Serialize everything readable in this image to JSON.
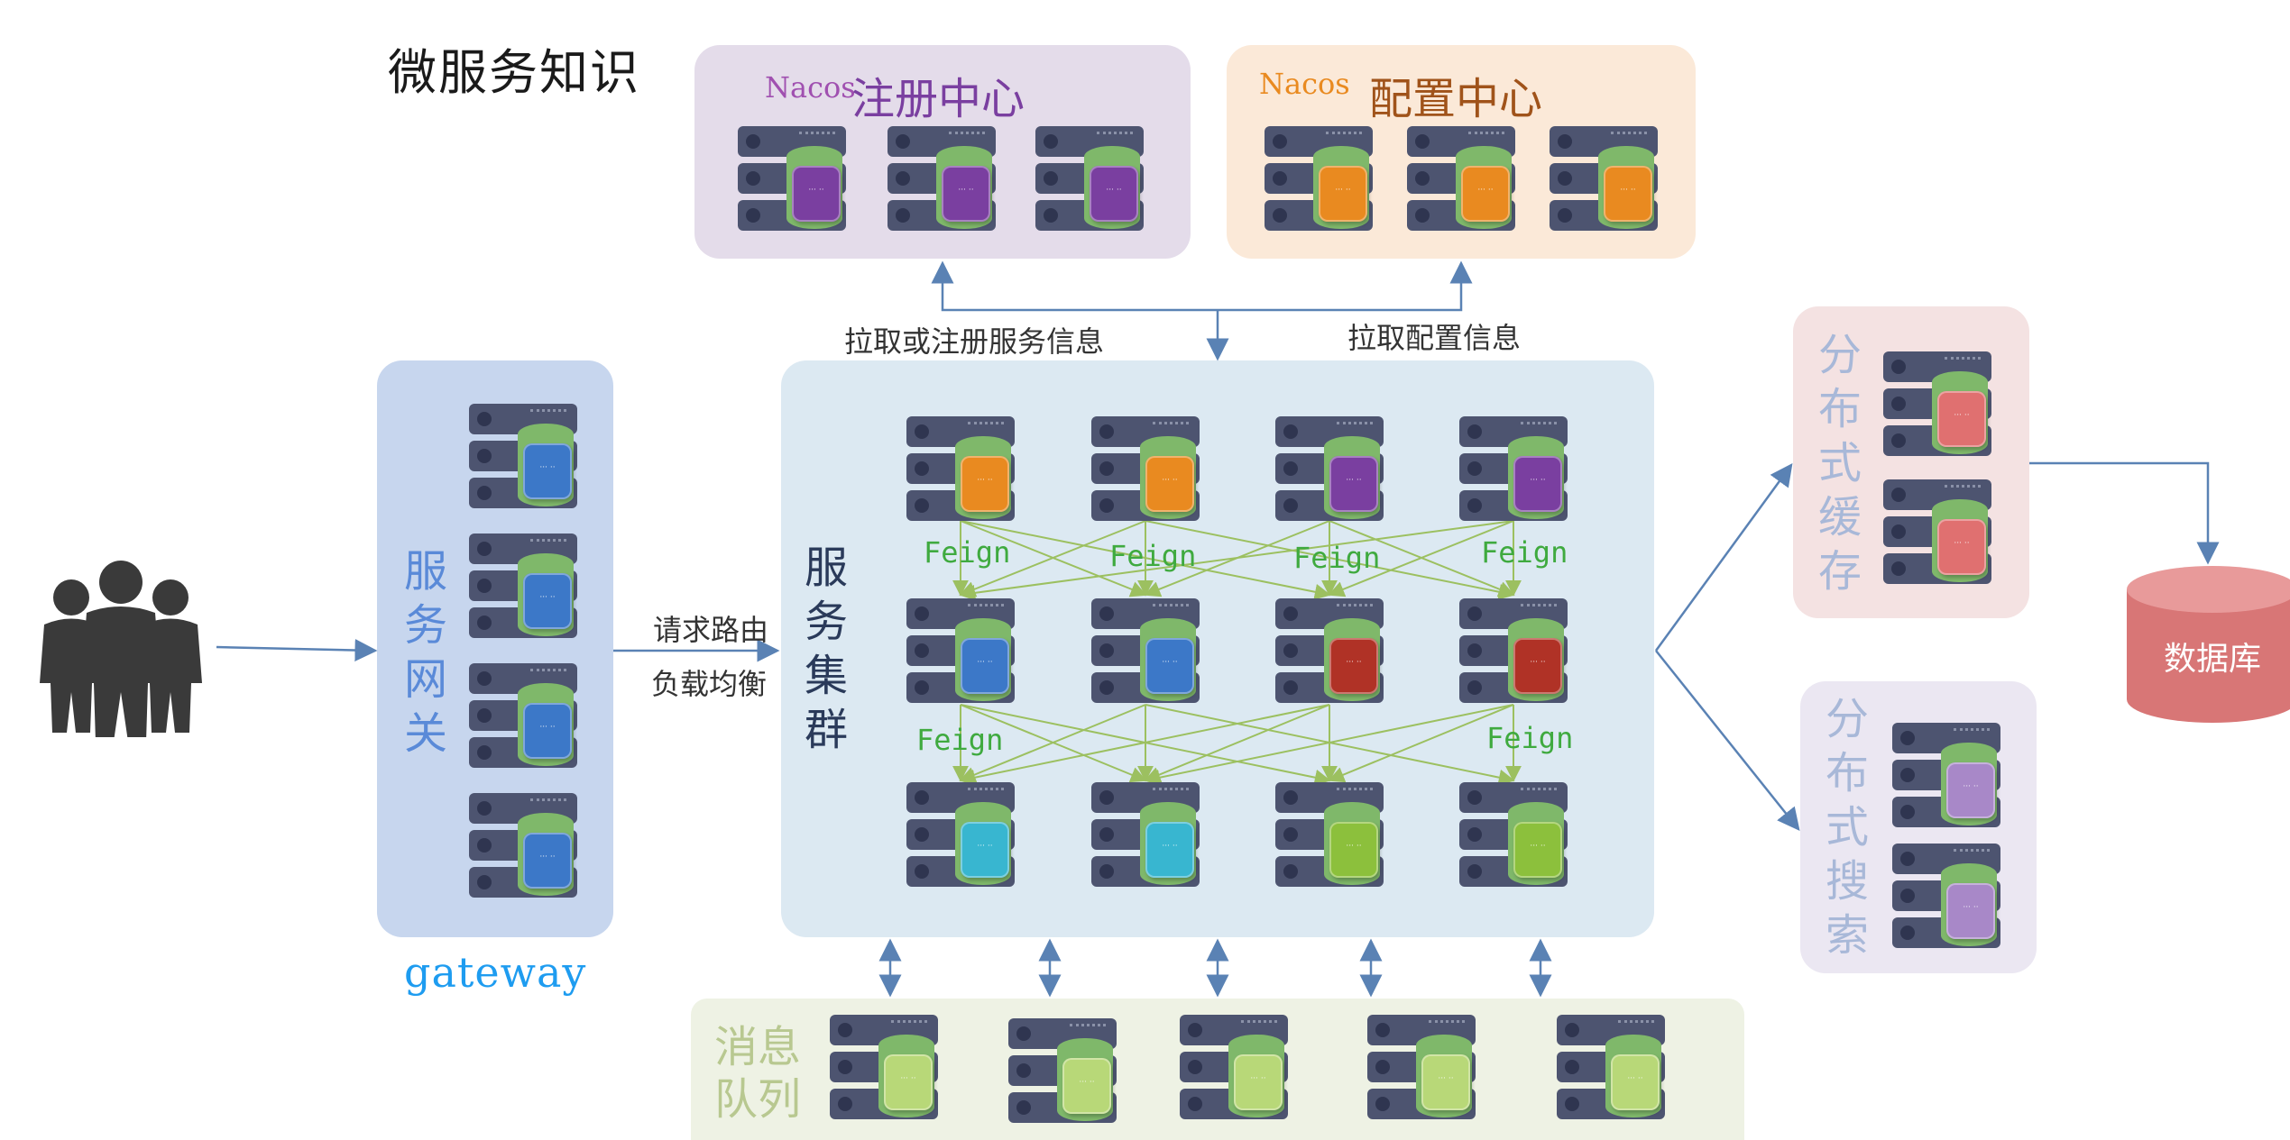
{
  "title": "微服务知识",
  "registry": {
    "prefix": "Nacos",
    "label": "注册中心"
  },
  "config": {
    "prefix": "Nacos",
    "label": "配置中心"
  },
  "edges": {
    "pull_register": "拉取或注册服务信息",
    "pull_config": "拉取配置信息",
    "route_line1": "请求路由",
    "route_line2": "负载均衡"
  },
  "gateway_panel": {
    "label": [
      "服",
      "务",
      "网",
      "关"
    ],
    "name": "gateway"
  },
  "cluster_panel": {
    "label": [
      "服",
      "务",
      "集",
      "群"
    ],
    "feign": "Feign"
  },
  "cache_panel": {
    "label": [
      "分",
      "布",
      "式",
      "缓",
      "存"
    ]
  },
  "search_panel": {
    "label": [
      "分",
      "布",
      "式",
      "搜",
      "索"
    ]
  },
  "database": {
    "label": "数据库"
  },
  "mq_panel": {
    "label_line1": "消息",
    "label_line2": "队列"
  },
  "colors": {
    "registry_bg": "#e4dcea",
    "config_bg": "#fbe9d8",
    "gateway_bg": "#c7d6ee",
    "cluster_bg": "#dce9f2",
    "cache_bg": "#f4e2e2",
    "search_bg": "#ebe7f2",
    "mq_bg": "#eef2e4",
    "purple": "#7a3fa0",
    "orange": "#e98a20",
    "blue": "#3c78c8",
    "red": "#b03226",
    "cyan": "#38b6d0",
    "lime": "#8cc03c",
    "salmon": "#e07070",
    "lavender": "#a888c8",
    "lightgreen": "#b8d878",
    "arrow": "#5a82b4",
    "feign_line": "#9cc060",
    "db": "#d87676"
  },
  "icons": {
    "people": "people-group-icon",
    "server": "server-icon",
    "database": "database-icon"
  }
}
